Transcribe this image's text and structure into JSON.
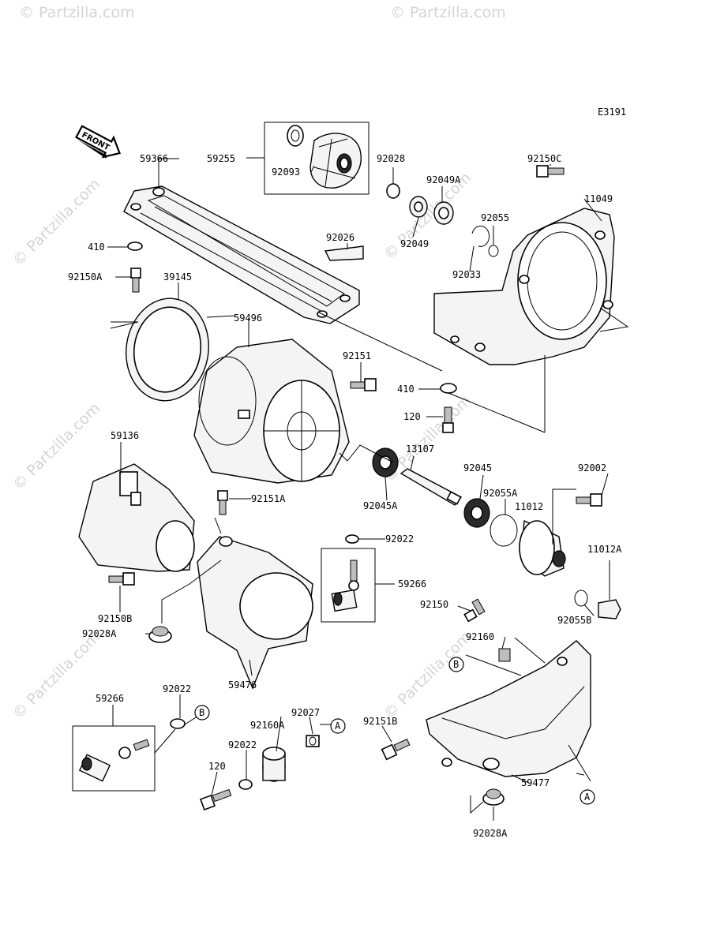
{
  "diagram_code": "E3191",
  "front_arrow_text": "FRONT",
  "watermark": "© Partzilla.com",
  "circle_refs": {
    "a": "A",
    "b": "B"
  },
  "labels": {
    "p59366": "59366",
    "p59255": "59255",
    "p92093": "92093",
    "p92028": "92028",
    "p92049A": "92049A",
    "p92150C": "92150C",
    "p11049": "11049",
    "p92026": "92026",
    "p92055": "92055",
    "p410a": "410",
    "p92049": "92049",
    "p92033": "92033",
    "p92150A": "92150A",
    "p39145": "39145",
    "p59496": "59496",
    "p92151": "92151",
    "p410b": "410",
    "p120a": "120",
    "p59136": "59136",
    "p13107": "13107",
    "p92045": "92045",
    "p92002": "92002",
    "p92151A": "92151A",
    "p92045A": "92045A",
    "p92055A": "92055A",
    "p11012": "11012",
    "p92022a": "92022",
    "p59266a": "59266",
    "p11012A": "11012A",
    "p92150B": "92150B",
    "p92150": "92150",
    "p92055B": "92055B",
    "p92028A": "92028A",
    "p92160": "92160",
    "p59476": "59476",
    "p59266b": "59266",
    "p92022b": "92022",
    "p92027": "92027",
    "p92160A": "92160A",
    "p92151B": "92151B",
    "p92022c": "92022",
    "p120b": "120",
    "p59477": "59477",
    "p92028Ab": "92028A"
  }
}
